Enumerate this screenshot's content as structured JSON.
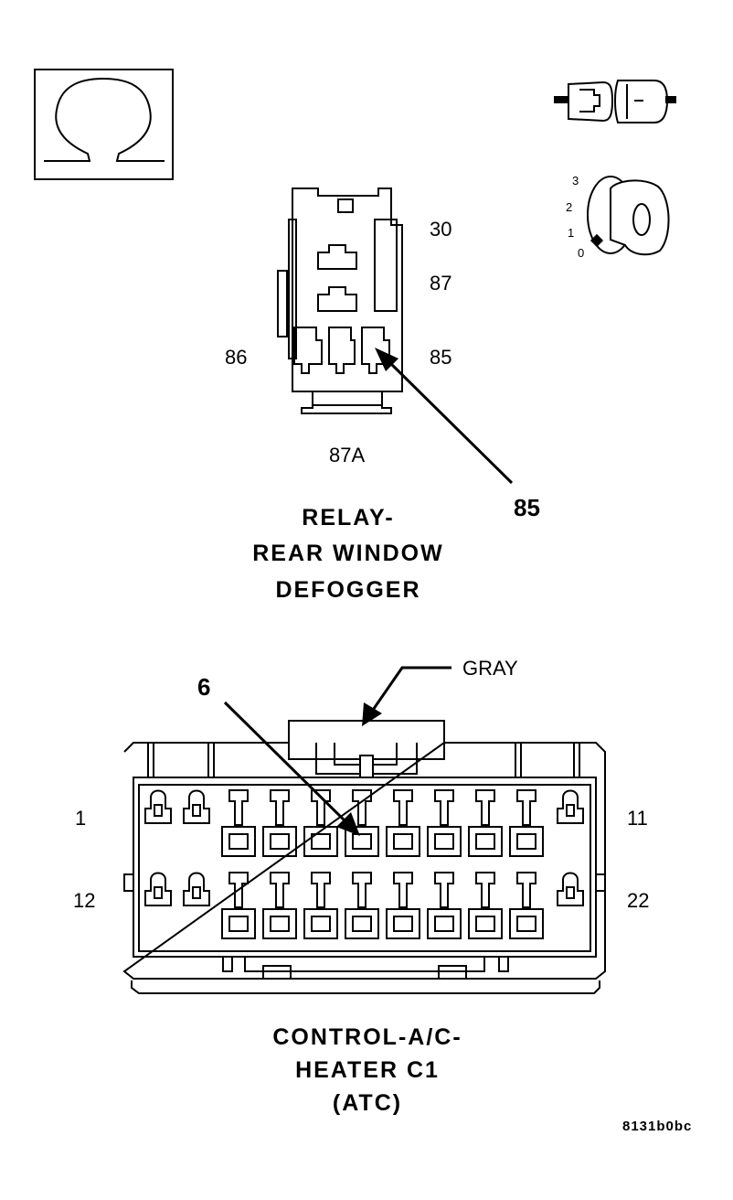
{
  "relay": {
    "pins": {
      "p30": "30",
      "p87": "87",
      "p86": "86",
      "p85": "85",
      "p87a": "87A"
    },
    "callout": "85",
    "title_lines": [
      "RELAY-",
      "REAR WINDOW",
      "DEFOGGER"
    ]
  },
  "ignition": {
    "positions": [
      "3",
      "2",
      "1",
      "0"
    ]
  },
  "connector": {
    "color_label": "GRAY",
    "callout": "6",
    "pin_labels": {
      "top_left": "1",
      "top_right": "11",
      "bottom_left": "12",
      "bottom_right": "22"
    },
    "title_lines": [
      "CONTROL-A/C-",
      "HEATER C1",
      "(ATC)"
    ]
  },
  "figure_code": "8131b0bc",
  "icons": [
    "resistance-ohm-icon",
    "connector-plug-icon",
    "ignition-key-icon"
  ]
}
